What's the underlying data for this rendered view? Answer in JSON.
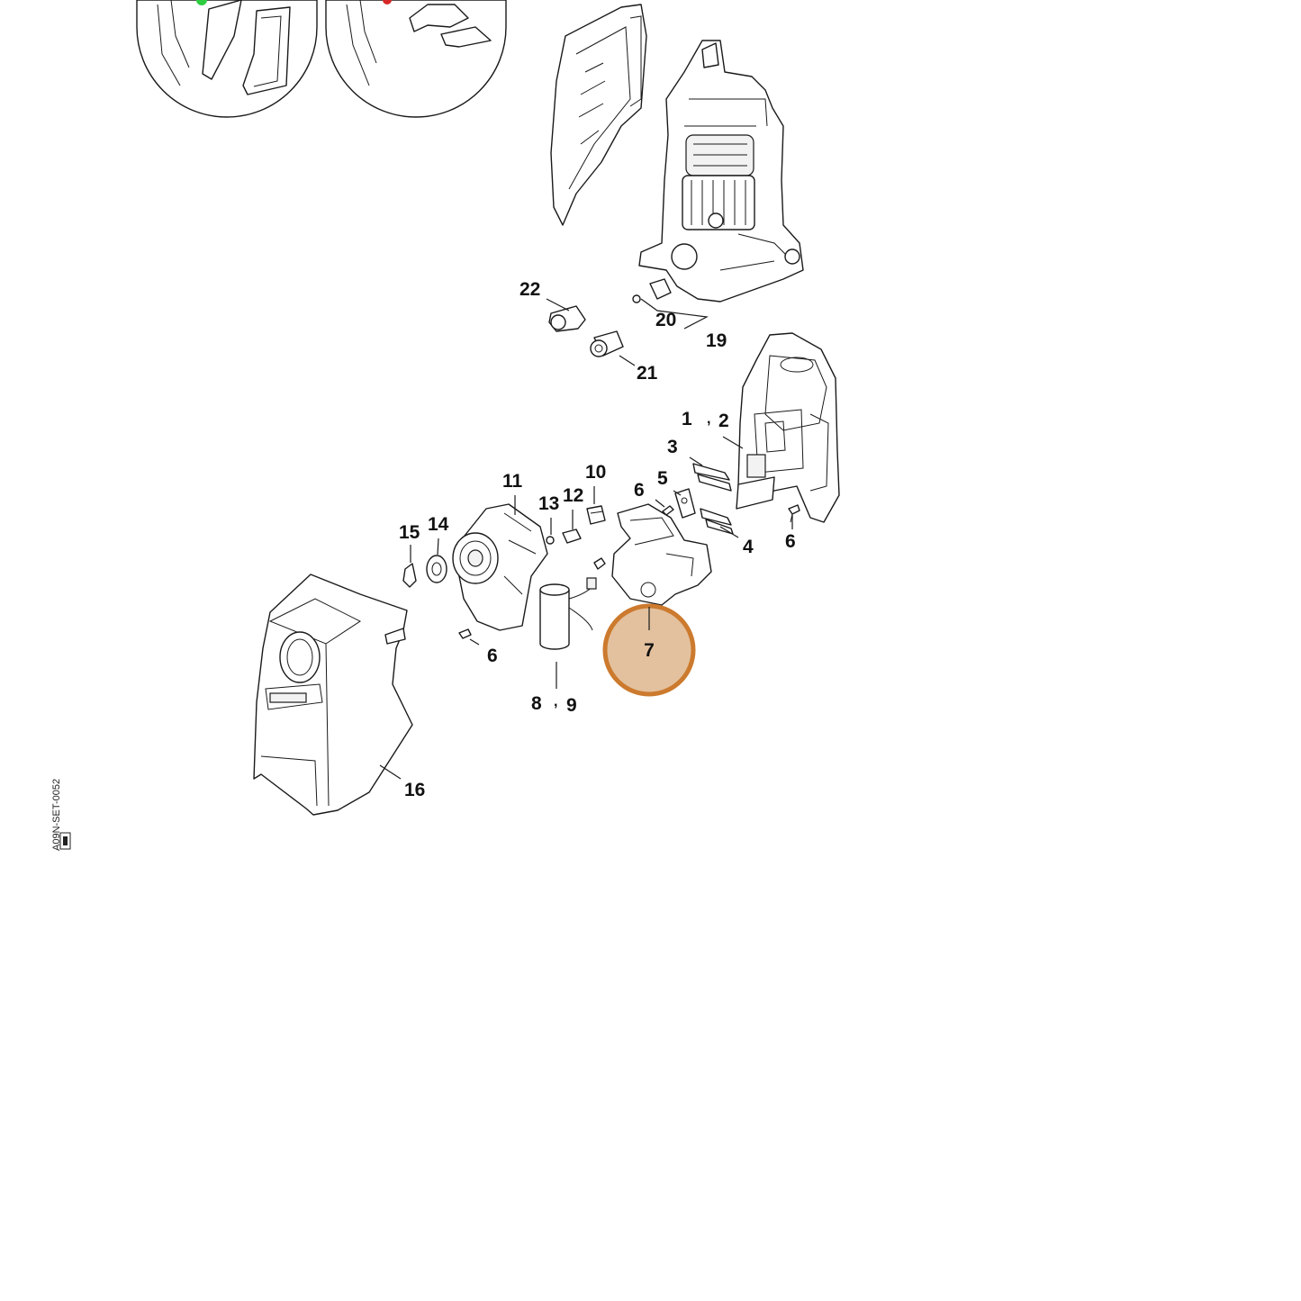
{
  "diagram": {
    "callouts": {
      "c22": "22",
      "c20": "20",
      "c19": "19",
      "c21": "21",
      "c1": "1",
      "c2": "2",
      "c3": "3",
      "c10": "10",
      "c11": "11",
      "c5": "5",
      "c6a": "6",
      "c13": "13",
      "c12": "12",
      "c15": "15",
      "c14": "14",
      "c4": "4",
      "c6b": "6",
      "c6c": "6",
      "c8": "8",
      "c9": "9",
      "c16": "16"
    },
    "separators": {
      "s12": ",",
      "s89": ","
    },
    "highlight": {
      "label": "7",
      "fill": "#e3c19e",
      "stroke": "#cc7a2e"
    },
    "reference_code": "A09N-SET-0052",
    "indicator_colors": {
      "left_inset": "#2ecc40",
      "right_inset": "#d62828"
    }
  }
}
